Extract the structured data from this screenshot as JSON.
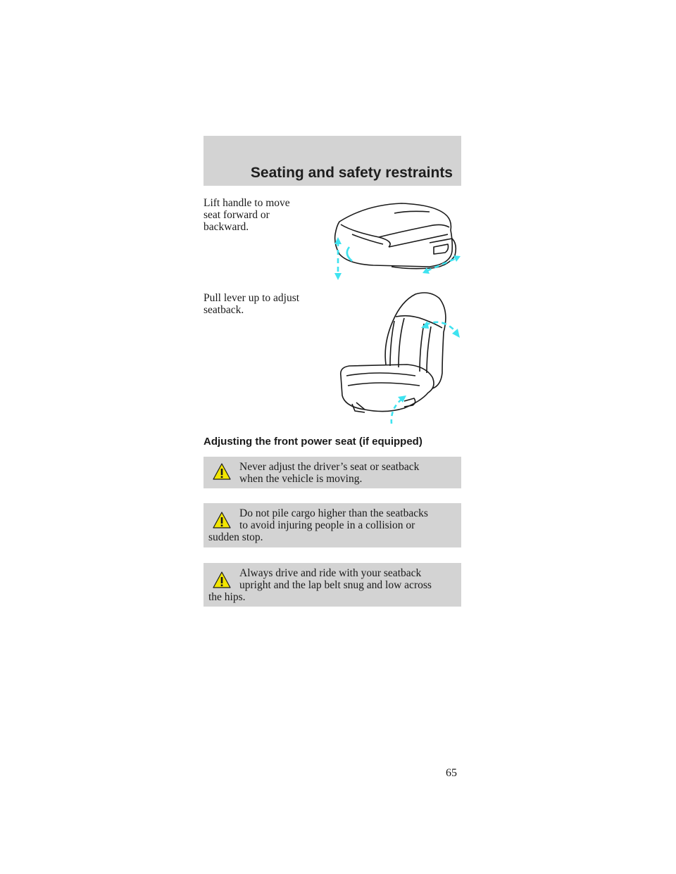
{
  "header": {
    "title": "Seating and safety restraints"
  },
  "manual_seat": {
    "forward_back": [
      "Lift handle to move",
      "seat forward or",
      "backward."
    ],
    "seatback": [
      "Pull lever up to adjust",
      "seatback."
    ]
  },
  "power_seat": {
    "heading": "Adjusting the front power seat (if equipped)",
    "warnings": [
      {
        "lines": [
          "Never adjust the driver’s seat or seatback",
          "when the vehicle is moving."
        ]
      },
      {
        "lines": [
          "Do not pile cargo higher than the seatbacks",
          "to avoid injuring people in a collision or",
          "sudden stop."
        ]
      },
      {
        "lines": [
          "Always drive and ride with your seatback",
          "upright and the lap belt snug and low across",
          "the hips."
        ]
      }
    ]
  },
  "footer": {
    "page_number": "65"
  },
  "colors": {
    "panel": "#d3d3d3",
    "arrow": "#3fe3f0",
    "warning_triangle": "#f2e500"
  },
  "icons": {
    "warning": "warning-triangle-icon"
  }
}
